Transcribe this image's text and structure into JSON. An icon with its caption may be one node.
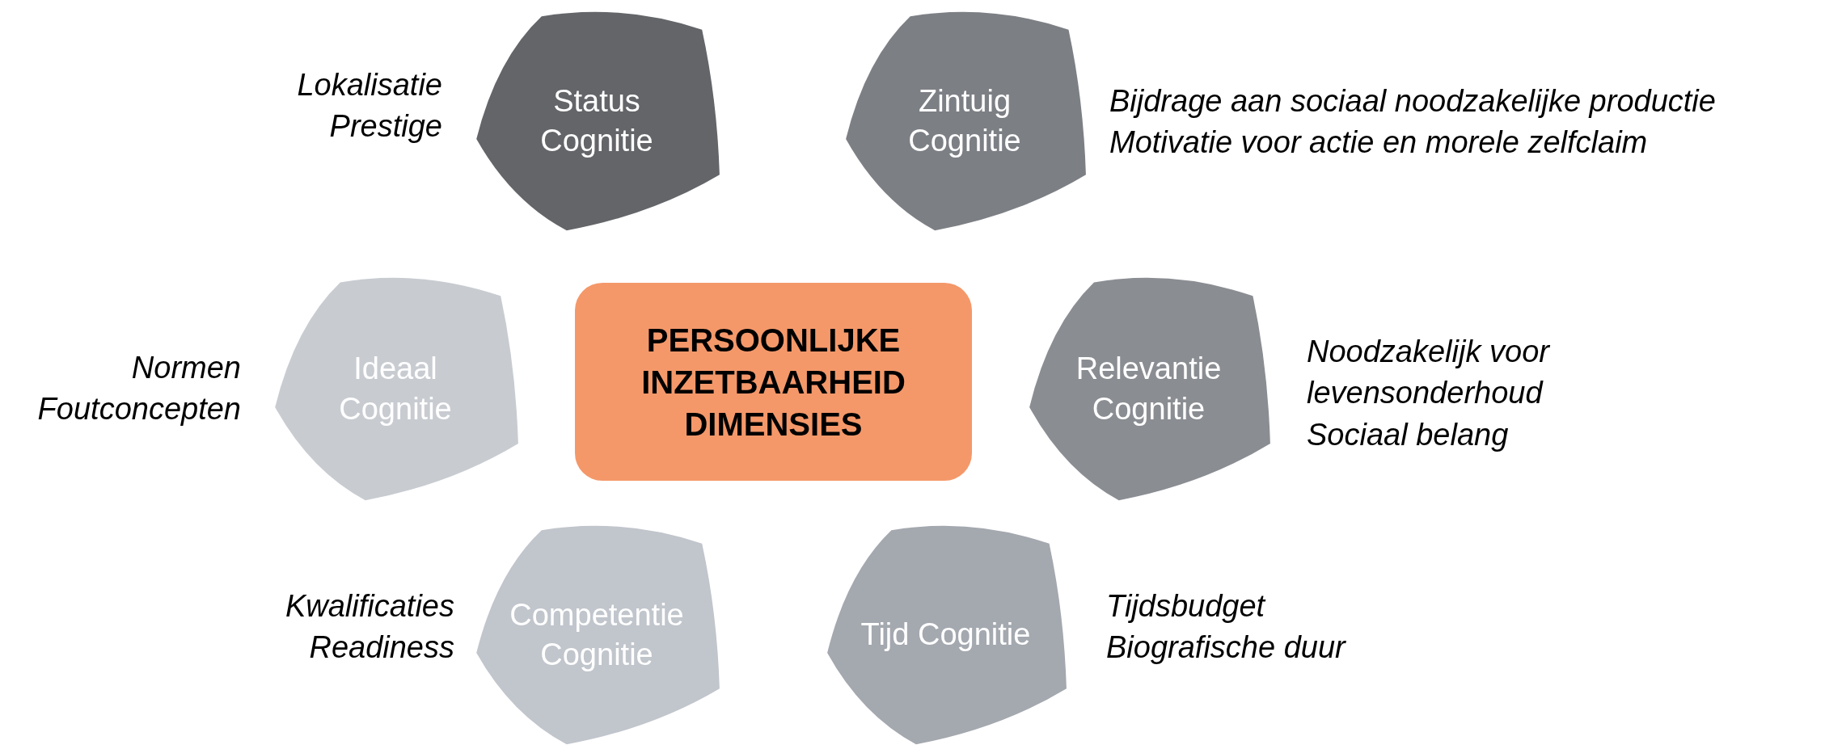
{
  "diagram": {
    "nodes": [
      {
        "text": [
          "Status Cognitie"
        ],
        "beside": [
          "Lokalisatie",
          "Prestige"
        ]
      },
      {
        "text": [
          "Zintuig Cognitie"
        ],
        "beside": [
          "Bijdrage aan sociaal noodzakelijke productie",
          "Motivatie voor actie en morele zelfclaim"
        ]
      },
      {
        "text": [
          "Ideaal Cognitie"
        ],
        "beside": [
          "Normen",
          "Foutconcepten"
        ]
      },
      {
        "text": [
          "PERSOONLIJKE INZETBAARHEID DIMENSIES"
        ]
      },
      {
        "text": [
          "Relevantie Cognitie"
        ],
        "beside": [
          "Noodzakelijk voor levensonderhoud",
          "Sociaal belang"
        ]
      },
      {
        "text": [
          "Competentie Cognitie"
        ],
        "beside": [
          "Kwalificaties",
          "Readiness"
        ]
      },
      {
        "text": [
          "Tijd Cognitie"
        ],
        "beside": [
          "Tijdsbudget",
          "Biografische duur"
        ]
      }
    ],
    "edges": []
  }
}
